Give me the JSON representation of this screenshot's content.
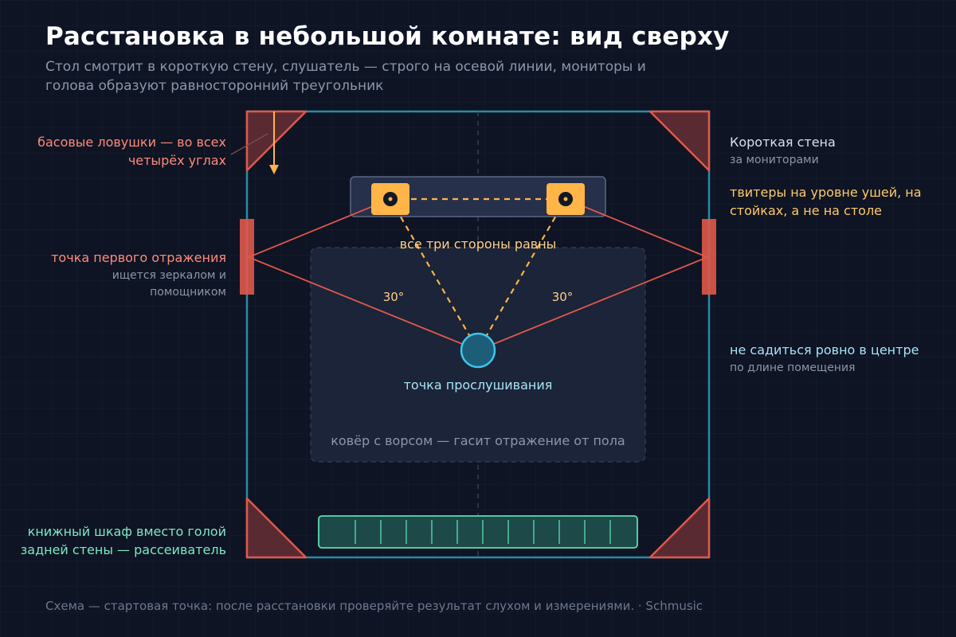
{
  "header": {
    "title": "Расстановка в небольшой комнате: вид сверху",
    "subtitle": "Стол смотрит в короткую стену, слушатель — строго на осевой линии, мониторы и голова образуют равносторонний треугольник"
  },
  "labels": {
    "bass_traps": "басовые ловушки — во всех четырёх углах",
    "short_wall_title": "Короткая стена",
    "short_wall_sub": "за мониторами",
    "tweeters": "твитеры на уровне ушей, на стойках, а не на столе",
    "first_reflection_title": "точка первого отражения",
    "first_reflection_sub": "ищется зеркалом и помощником",
    "not_center_title": "не садиться ровно в центре",
    "not_center_sub": "по длине помещения",
    "bookshelf": "книжный шкаф вместо голой задней стены — рассеиватель"
  },
  "diagram": {
    "triangle_label": "все три стороны равны",
    "angle_left": "30°",
    "angle_right": "30°",
    "listening_point": "точка прослушивания",
    "rug": "ковёр с ворсом — гасит отражение от пола"
  },
  "footer": "Схема — стартовая точка: после расстановки проверяйте результат слухом и измерениями. · Schmusic",
  "colors": {
    "background": "#0e1424",
    "wall": "#2a8ba6",
    "trap": "#e0584a",
    "trap_fill": "#5a2a33",
    "monitor": "#ffb547",
    "listener": "#3fc6ea",
    "shelf": "#5fdcb4",
    "reflection": "#e0584a"
  }
}
